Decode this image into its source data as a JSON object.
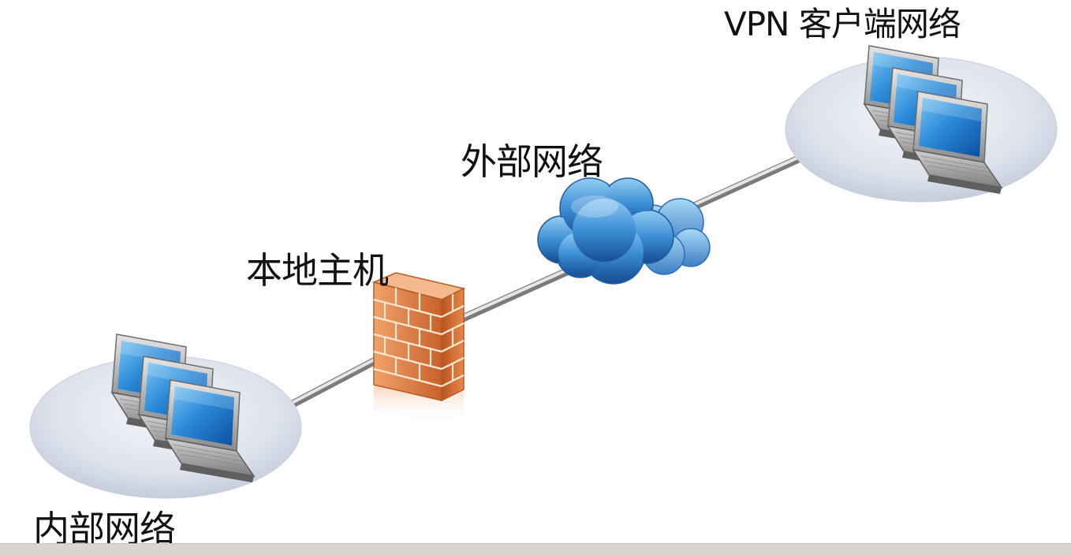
{
  "labels": {
    "vpn_client_network": "VPN 客户端网络",
    "external_network": "外部网络",
    "local_host": "本地主机",
    "internal_network": "内部网络"
  },
  "colors": {
    "screen": "#2a8ad8",
    "platform": "#d7dce7",
    "firewall_brick": "#d8753c",
    "cloud": "#2f7fc7",
    "cable": "#9c9c9c"
  },
  "icons": {
    "firewall": "brick-firewall-icon",
    "cloud": "cloud-icon",
    "laptop": "laptop-icon"
  }
}
